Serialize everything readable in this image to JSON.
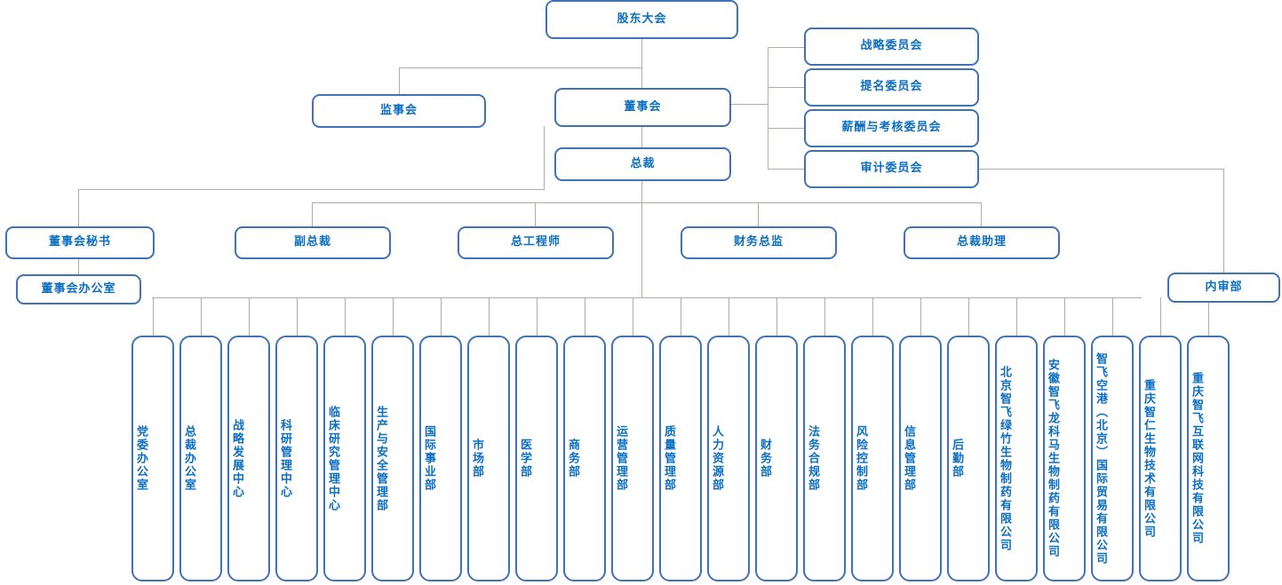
{
  "meta": {
    "title": "组织架构图",
    "accent_border": "#3f72b6",
    "accent_text": "#0b6ec2",
    "line_color": "#b0aca6",
    "background": "#ffffff"
  },
  "top": {
    "shareholders": "股东大会",
    "supervisors": "监事会",
    "board": "董事会",
    "president": "总裁"
  },
  "committees": [
    {
      "label": "战略委员会"
    },
    {
      "label": "提名委员会"
    },
    {
      "label": "薪酬与考核委员会"
    },
    {
      "label": "审计委员会"
    }
  ],
  "internal_audit": "内审部",
  "executives": [
    {
      "label": "董事会秘书"
    },
    {
      "label": "副总裁"
    },
    {
      "label": "总工程师"
    },
    {
      "label": "财务总监"
    },
    {
      "label": "总裁助理"
    }
  ],
  "board_office": "董事会办公室",
  "departments": [
    {
      "label": "党委办公室"
    },
    {
      "label": "总裁办公室"
    },
    {
      "label": "战略发展中心"
    },
    {
      "label": "科研管理中心"
    },
    {
      "label": "临床研究管理中心"
    },
    {
      "label": "生产与安全管理部"
    },
    {
      "label": "国际事业部"
    },
    {
      "label": "市场部"
    },
    {
      "label": "医学部"
    },
    {
      "label": "商务部"
    },
    {
      "label": "运营管理部"
    },
    {
      "label": "质量管理部"
    },
    {
      "label": "人力资源部"
    },
    {
      "label": "财务部"
    },
    {
      "label": "法务合规部"
    },
    {
      "label": "风险控制部"
    },
    {
      "label": "信息管理部"
    },
    {
      "label": "后勤部"
    },
    {
      "label": "北京智飞绿竹生物制药有限公司"
    },
    {
      "label": "安徽智飞龙科马生物制药有限公司"
    },
    {
      "label": "智飞空港（北京）国际贸易有限公司"
    },
    {
      "label": "重庆智仁生物技术有限公司"
    },
    {
      "label": "重庆智飞互联网科技有限公司"
    }
  ]
}
